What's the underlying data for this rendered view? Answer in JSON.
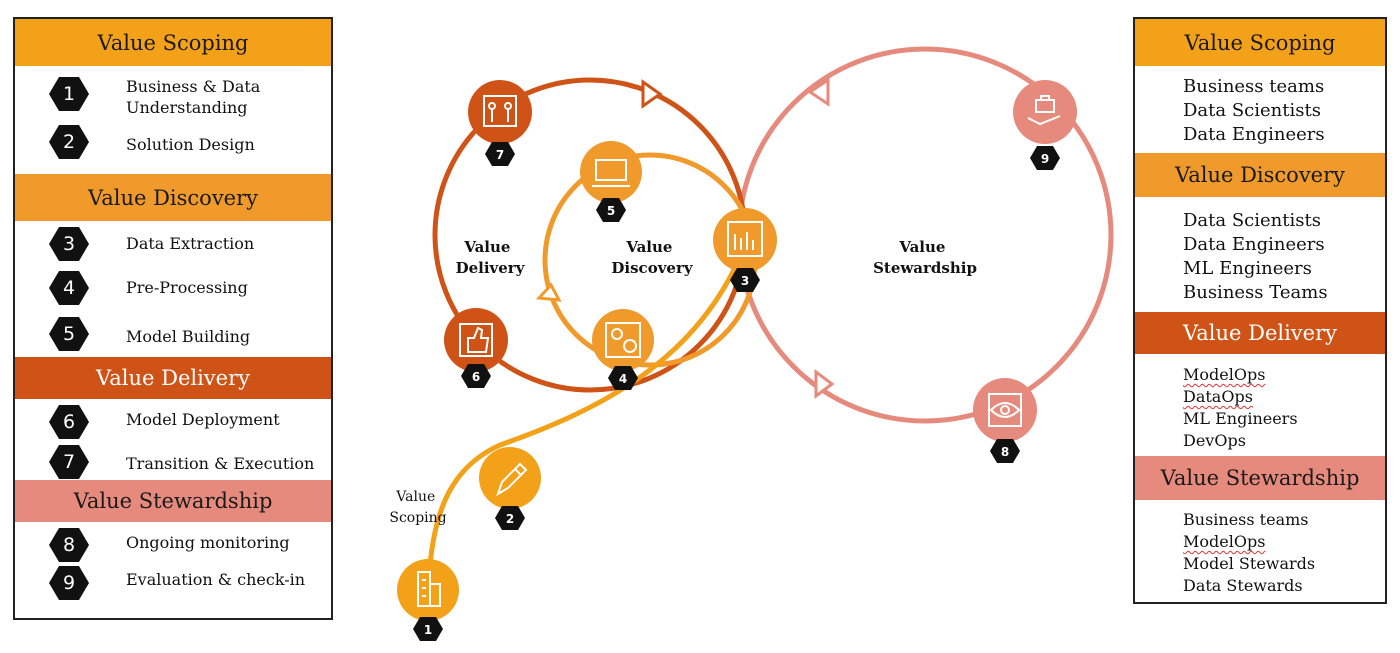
{
  "colors": {
    "scoping": "#f4a11a",
    "discovery": "#f09a2c",
    "delivery": "#cf5316",
    "stewardship": "#e78a7e",
    "hex": "#111111"
  },
  "left_panel": {
    "sections": [
      {
        "title": "Value Scoping",
        "steps": [
          {
            "num": "1",
            "label_lines": [
              "Business & Data",
              "Understanding"
            ]
          },
          {
            "num": "2",
            "label_lines": [
              "Solution Design"
            ]
          }
        ]
      },
      {
        "title": "Value Discovery",
        "steps": [
          {
            "num": "3",
            "label_lines": [
              "Data Extraction"
            ]
          },
          {
            "num": "4",
            "label_lines": [
              "Pre-Processing"
            ]
          },
          {
            "num": "5",
            "label_lines": [
              "Model Building"
            ]
          }
        ]
      },
      {
        "title": "Value Delivery",
        "steps": [
          {
            "num": "6",
            "label_lines": [
              "Model Deployment"
            ]
          },
          {
            "num": "7",
            "label_lines": [
              "Transition & Execution"
            ]
          }
        ]
      },
      {
        "title": "Value Stewardship",
        "steps": [
          {
            "num": "8",
            "label_lines": [
              "Ongoing monitoring"
            ]
          },
          {
            "num": "9",
            "label_lines": [
              "Evaluation & check-in"
            ]
          }
        ]
      }
    ]
  },
  "right_panel": {
    "sections": [
      {
        "title": "Value Scoping",
        "roles": [
          "Business teams",
          "Data Scientists",
          "Data Engineers"
        ]
      },
      {
        "title": "Value Discovery",
        "roles": [
          "Data Scientists",
          "Data Engineers",
          "ML Engineers",
          "Business Teams"
        ]
      },
      {
        "title": "Value Delivery",
        "roles": [
          "ModelOps",
          "DataOps",
          "ML Engineers",
          "DevOps"
        ]
      },
      {
        "title": "Value Stewardship",
        "roles": [
          "Business teams",
          "ModelOps",
          "Model Stewards",
          "Data Stewards"
        ]
      }
    ]
  },
  "diagram": {
    "loops": {
      "delivery": [
        "Value",
        "Delivery"
      ],
      "discovery": [
        "Value",
        "Discovery"
      ],
      "stewardship": [
        "Value",
        "Stewardship"
      ],
      "scoping": [
        "Value",
        "Scoping"
      ]
    },
    "nodes": [
      {
        "num": "1",
        "icon": "building-icon"
      },
      {
        "num": "2",
        "icon": "pencil-icon"
      },
      {
        "num": "3",
        "icon": "bar-chart-icon"
      },
      {
        "num": "4",
        "icon": "gears-icon"
      },
      {
        "num": "5",
        "icon": "monitor-icon"
      },
      {
        "num": "6",
        "icon": "thumbs-up-icon"
      },
      {
        "num": "7",
        "icon": "presentation-icon"
      },
      {
        "num": "8",
        "icon": "eye-icon"
      },
      {
        "num": "9",
        "icon": "briefcase-hand-icon"
      }
    ]
  }
}
